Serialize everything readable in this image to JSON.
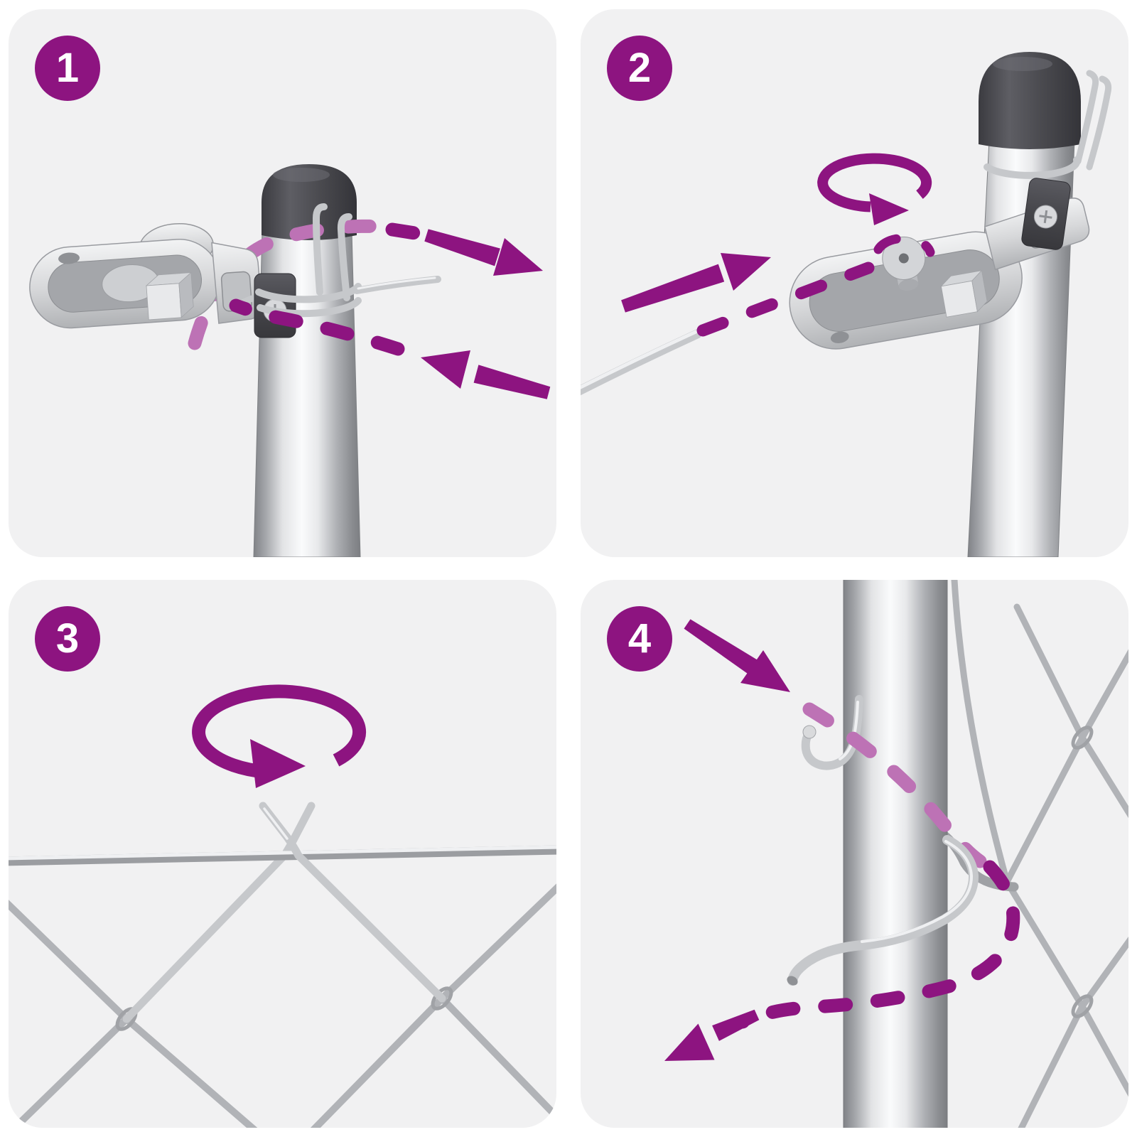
{
  "colors": {
    "page_bg": "#ffffff",
    "panel_bg": "#f1f1f2",
    "accent": "#8d1480",
    "accent_light": "#bd72b5",
    "badge_text": "#ffffff",
    "cap": "#47474c",
    "metal_light": "#f4f5f6",
    "metal_dark": "#85878b",
    "wire": "#b3b5b9"
  },
  "steps": [
    {
      "number": "1",
      "illustration": "tensioner-hooked-to-post-bracket-wrap-direction-arrows"
    },
    {
      "number": "2",
      "illustration": "wire-inserted-through-tensioner-with-rotation-arrow"
    },
    {
      "number": "3",
      "illustration": "wire-end-twisted-around-tension-wire-above-chain-link-mesh"
    },
    {
      "number": "4",
      "illustration": "wire-looped-around-post-through-chain-link-mesh"
    }
  ]
}
